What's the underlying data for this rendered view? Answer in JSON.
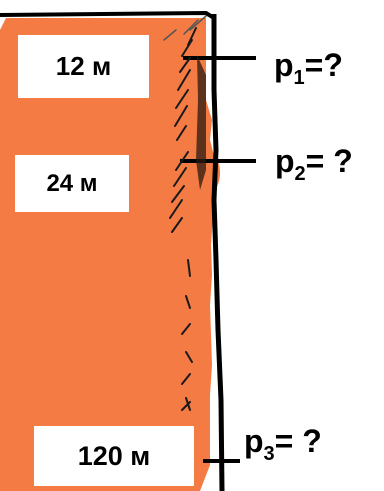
{
  "depths": [
    {
      "label": "12 м"
    },
    {
      "label": "24 м"
    },
    {
      "label": "120 м"
    }
  ],
  "pressures": [
    {
      "symbol": "p",
      "index": "1",
      "suffix": "=?"
    },
    {
      "symbol": "p",
      "index": "2",
      "suffix": "= ?"
    },
    {
      "symbol": "p",
      "index": "3",
      "suffix": "= ?"
    }
  ],
  "colors": {
    "water": "#f47b43",
    "wall": "#000000",
    "label_box": "#ffffff"
  }
}
